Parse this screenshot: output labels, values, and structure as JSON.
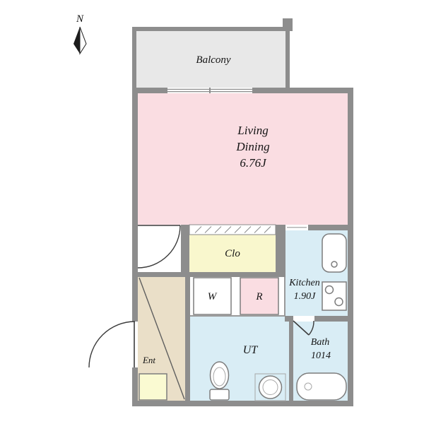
{
  "compass": {
    "label": "N"
  },
  "rooms": {
    "balcony": {
      "label": "Balcony"
    },
    "living_dining": {
      "line1": "Living",
      "line2": "Dining",
      "size": "6.76J"
    },
    "closet": {
      "label": "Clo"
    },
    "kitchen": {
      "line1": "Kitchen",
      "size": "1.90J"
    },
    "washer_space": {
      "label": "W"
    },
    "fridge_space": {
      "label": "R"
    },
    "utility": {
      "label": "UT"
    },
    "bath": {
      "line1": "Bath",
      "size": "1014"
    },
    "entrance": {
      "label": "Ent"
    }
  },
  "colors": {
    "wall": "#8d8d8d",
    "balcony": "#e8e8e8",
    "living": "#fadde2",
    "closet": "#f9f7cd",
    "kitchen": "#d9edf5",
    "utility": "#d9edf5",
    "bath": "#d9edf5",
    "fridge": "#fadde2",
    "entrance": "#eadfc8",
    "mat": "#fafad2"
  }
}
